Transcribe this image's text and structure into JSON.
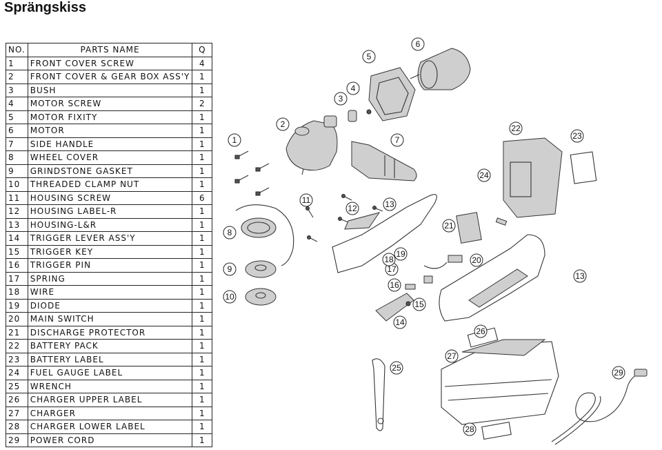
{
  "title": "Sprängskiss",
  "table": {
    "headers": {
      "no": "NO.",
      "name": "PARTS NAME",
      "q": "Q"
    },
    "rows": [
      {
        "no": "1",
        "name": "FRONT COVER SCREW",
        "q": "4"
      },
      {
        "no": "2",
        "name": "FRONT COVER & GEAR BOX ASS'Y",
        "q": "1"
      },
      {
        "no": "3",
        "name": "BUSH",
        "q": "1"
      },
      {
        "no": "4",
        "name": "MOTOR SCREW",
        "q": "2"
      },
      {
        "no": "5",
        "name": "MOTOR FIXITY",
        "q": "1"
      },
      {
        "no": "6",
        "name": "MOTOR",
        "q": "1"
      },
      {
        "no": "7",
        "name": "SIDE HANDLE",
        "q": "1"
      },
      {
        "no": "8",
        "name": "WHEEL COVER",
        "q": "1"
      },
      {
        "no": "9",
        "name": "GRINDSTONE GASKET",
        "q": "1"
      },
      {
        "no": "10",
        "name": "THREADED CLAMP NUT",
        "q": "1"
      },
      {
        "no": "11",
        "name": "HOUSING SCREW",
        "q": "6"
      },
      {
        "no": "12",
        "name": "HOUSING LABEL-R",
        "q": "1"
      },
      {
        "no": "13",
        "name": "HOUSING-L&R",
        "q": "1"
      },
      {
        "no": "14",
        "name": "TRIGGER LEVER ASS'Y",
        "q": "1"
      },
      {
        "no": "15",
        "name": "TRIGGER KEY",
        "q": "1"
      },
      {
        "no": "16",
        "name": "TRIGGER PIN",
        "q": "1"
      },
      {
        "no": "17",
        "name": "SPRING",
        "q": "1"
      },
      {
        "no": "18",
        "name": "WIRE",
        "q": "1"
      },
      {
        "no": "19",
        "name": "DIODE",
        "q": "1"
      },
      {
        "no": "20",
        "name": "MAIN SWITCH",
        "q": "1"
      },
      {
        "no": "21",
        "name": "DISCHARGE PROTECTOR",
        "q": "1"
      },
      {
        "no": "22",
        "name": "BATTERY PACK",
        "q": "1"
      },
      {
        "no": "23",
        "name": "BATTERY LABEL",
        "q": "1"
      },
      {
        "no": "24",
        "name": "FUEL GAUGE LABEL",
        "q": "1"
      },
      {
        "no": "25",
        "name": "WRENCH",
        "q": "1"
      },
      {
        "no": "26",
        "name": "CHARGER UPPER LABEL",
        "q": "1"
      },
      {
        "no": "27",
        "name": "CHARGER",
        "q": "1"
      },
      {
        "no": "28",
        "name": "CHARGER LOWER LABEL",
        "q": "1"
      },
      {
        "no": "29",
        "name": "POWER CORD",
        "q": "1"
      }
    ]
  },
  "callouts": [
    "1",
    "2",
    "3",
    "4",
    "5",
    "6",
    "7",
    "8",
    "9",
    "10",
    "11",
    "12",
    "13",
    "13",
    "14",
    "15",
    "16",
    "17",
    "18",
    "19",
    "20",
    "21",
    "22",
    "23",
    "24",
    "25",
    "26",
    "27",
    "28",
    "29"
  ]
}
